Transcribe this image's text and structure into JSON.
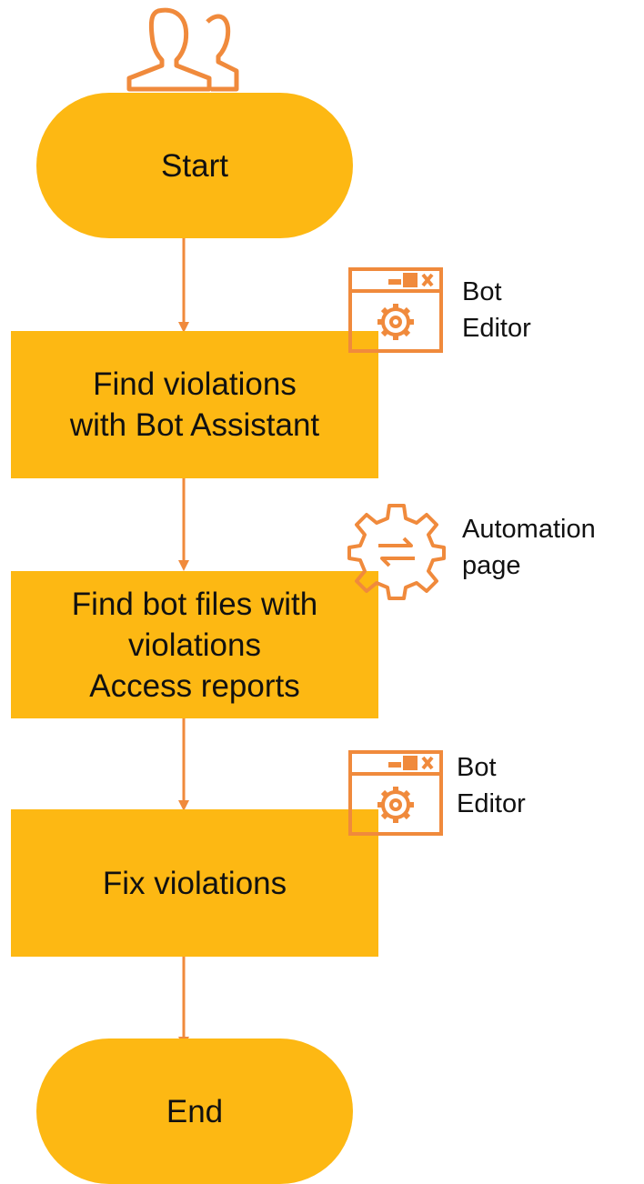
{
  "diagram": {
    "start_node": {
      "label": "Start"
    },
    "step_1": {
      "label": "Find violations\nwith Bot Assistant"
    },
    "step_2": {
      "label": "Find bot files with\nviolations\nAccess reports"
    },
    "step_3": {
      "label": "Fix violations"
    },
    "end_node": {
      "label": "End"
    },
    "step_1_tool": {
      "line1": "Bot",
      "line2": "Editor",
      "icon": "bot-editor-window-icon"
    },
    "step_2_tool": {
      "line1": "Automation",
      "line2": "page",
      "icon": "automation-gear-icon"
    },
    "step_3_tool": {
      "line1": "Bot",
      "line2": "Editor",
      "icon": "bot-editor-window-icon"
    },
    "start_icon": "users-icon",
    "colors": {
      "node_fill": "#FDB813",
      "accent": "#F08A3C",
      "text": "#111111"
    }
  }
}
